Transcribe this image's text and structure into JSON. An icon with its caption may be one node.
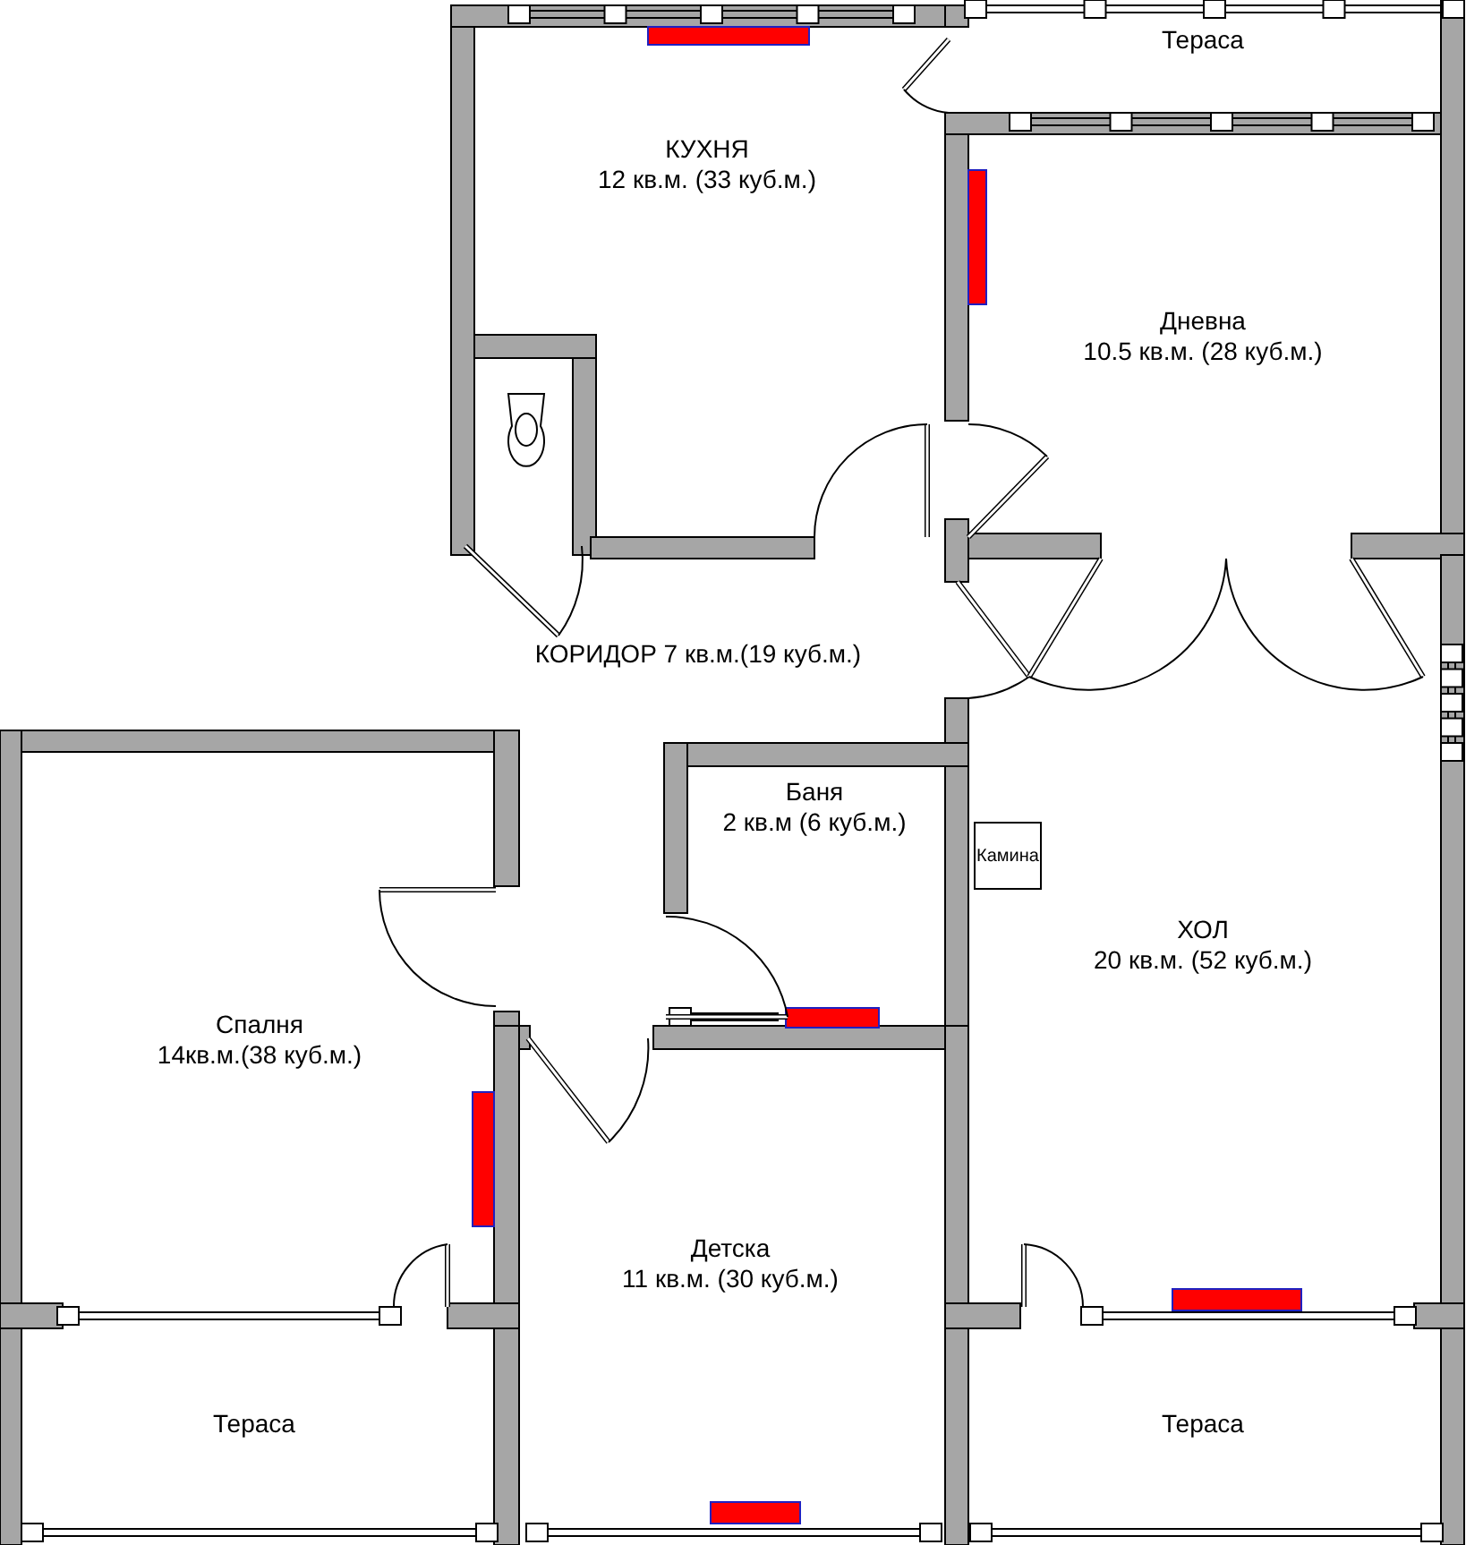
{
  "diagram": {
    "nodes": [
      {
        "text": [
          "КУХНЯ",
          "12 кв.м. (33 куб.м.)"
        ]
      },
      {
        "text": [
          "Тераса"
        ]
      },
      {
        "text": [
          "Дневна",
          "10.5 кв.м. (28 куб.м.)"
        ]
      },
      {
        "text": [
          "КОРИДОР 7 кв.м.(19 куб.м.)"
        ]
      },
      {
        "text": [
          "Баня",
          "2 кв.м (6 куб.м.)"
        ]
      },
      {
        "text": [
          "ХОЛ",
          "20 кв.м. (52 куб.м.)"
        ]
      },
      {
        "text": [
          "Камина"
        ],
        "in": 5
      },
      {
        "text": [
          "Спалня",
          "14кв.м.(38 куб.м.)"
        ]
      },
      {
        "text": [
          "Детска",
          "11 кв.м. (30 куб.м.)"
        ]
      },
      {
        "text": [
          "Тераса"
        ]
      },
      {
        "text": [
          "Тераса"
        ]
      }
    ]
  }
}
